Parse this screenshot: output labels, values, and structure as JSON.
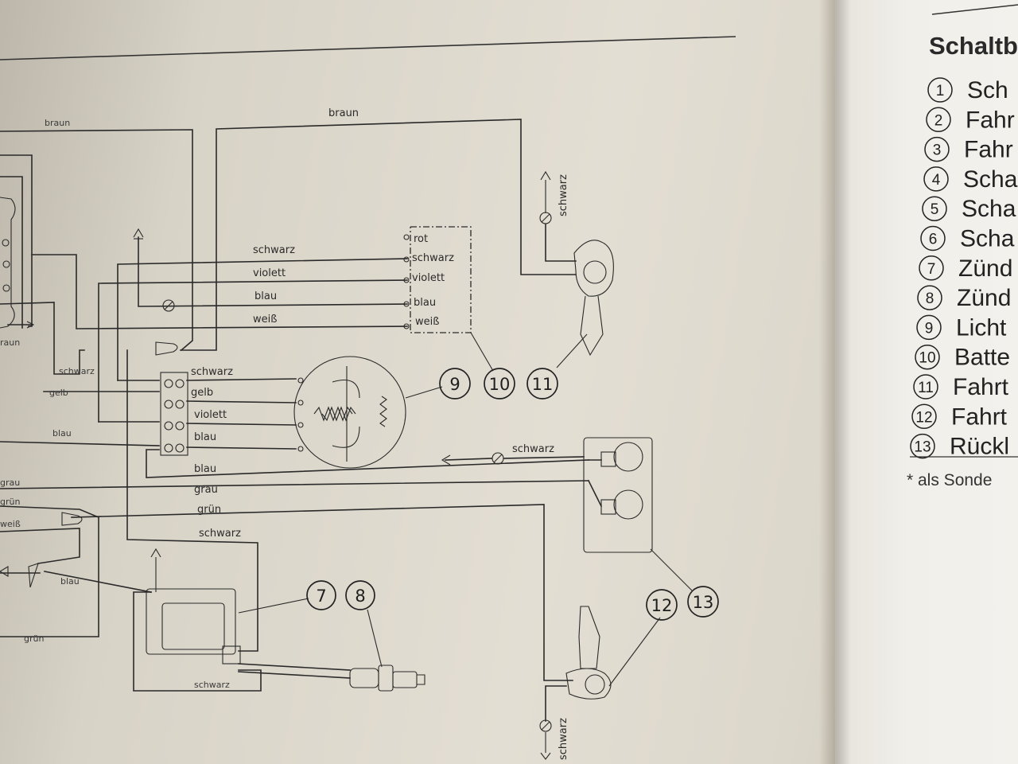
{
  "wire_labels": {
    "braun_top": "braun",
    "braun_left": "braun",
    "braun_left_cut": "raun",
    "schwarz_sw": "schwarz",
    "violett_sw": "violett",
    "blau_sw": "blau",
    "weiss_sw": "weiß",
    "schwarz_left_cut": "schwarz",
    "gelb_left": "gelb",
    "blau_left": "blau",
    "schwarz_tb": "schwarz",
    "gelb_tb": "gelb",
    "violett_tb": "violett",
    "blau_tb": "blau",
    "blau_lower": "blau",
    "grau": "grau",
    "gruen": "grün",
    "schwarz_lower": "schwarz",
    "grau_left": "grau",
    "gruen_left": "grün",
    "weiss_left": "weiß",
    "blau_bl": "blau",
    "gruen_bl": "grün",
    "schwarz_bottom": "schwarz",
    "schwarz_top_right": "schwarz",
    "schwarz_bottom_right": "schwarz",
    "schwarz_lamp": "schwarz"
  },
  "battery_terminals": [
    "rot",
    "schwarz",
    "violett",
    "blau",
    "weiß"
  ],
  "callouts": [
    "7",
    "8",
    "9",
    "10",
    "11",
    "12",
    "13"
  ],
  "legend": {
    "title": "Schaltb",
    "items": [
      {
        "num": "1",
        "text": "Sch"
      },
      {
        "num": "2",
        "text": "Fahr"
      },
      {
        "num": "3",
        "text": "Fahr"
      },
      {
        "num": "4",
        "text": "Scha"
      },
      {
        "num": "5",
        "text": "Scha"
      },
      {
        "num": "6",
        "text": "Scha"
      },
      {
        "num": "7",
        "text": "Zünd"
      },
      {
        "num": "8",
        "text": "Zünd"
      },
      {
        "num": "9",
        "text": "Licht"
      },
      {
        "num": "10",
        "text": "Batte"
      },
      {
        "num": "11",
        "text": "Fahrt"
      },
      {
        "num": "12",
        "text": "Fahrt"
      },
      {
        "num": "13",
        "text": "Rückl"
      }
    ],
    "footnote": "* als Sonde"
  }
}
